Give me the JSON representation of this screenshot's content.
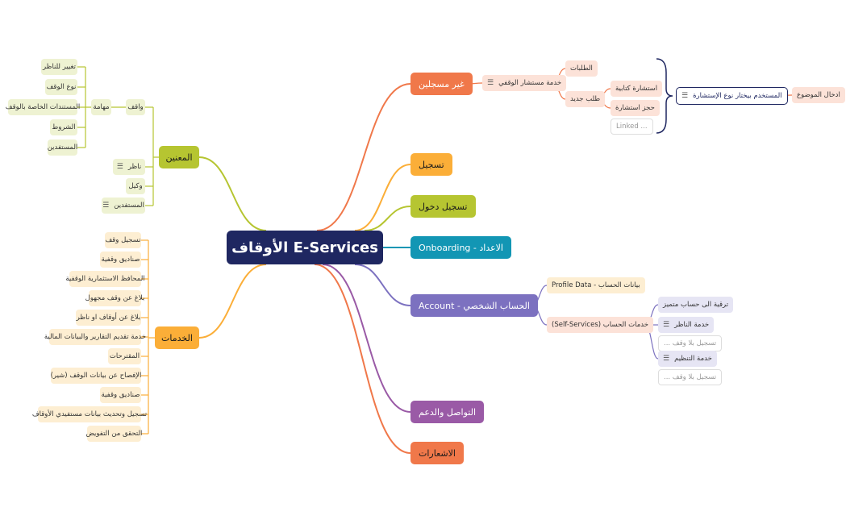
{
  "root": {
    "label": "E-Services الأوقاف"
  },
  "colors": {
    "root": "#1f2761",
    "orange": "#f0784a",
    "yellow": "#fbae38",
    "lime": "#b6c531",
    "teal": "#1296b4",
    "purple": "#7c71c0",
    "violet": "#9a5aa6",
    "orange_light": "#fce2d8",
    "yellow_light": "#fdeed2",
    "lime_light": "#eef2d2",
    "purple_light": "#e6e5f4"
  },
  "right": {
    "unregistered": {
      "label": "غير مسجلين",
      "consultant": {
        "label": "خدمة مستشار الوقفي"
      },
      "requests": "الطلبات",
      "new_request": {
        "label": "طلب جديد",
        "items": [
          "استشارة كتابية",
          "حجز استشارة"
        ],
        "linked": "Linked ..."
      },
      "user_selects": "المستخدم بيختار نوع الإستشارة",
      "enter_topic": "ادخال الموضوع"
    },
    "register": "تسجيل",
    "login": "تسجيل دخول",
    "onboarding": "الاعداد - Onboarding",
    "account": {
      "label": "الحساب الشخصي - Account",
      "profile_data": "بيانات الحساب - Profile Data",
      "self_services": {
        "label": "خدمات الحساب (Self-Services)",
        "upgrade": "ترقية الى حساب متميز",
        "nazir_service": "خدمة الناظر",
        "nazir_linked": "تسجيل بلا وقف ...",
        "waqf_service": "خدمة التنظيم",
        "waqf_linked": "تسجيل بلا وقف ..."
      }
    },
    "contact": "التواصل والدعم",
    "notifications": "الاشعارات"
  },
  "left": {
    "concerned": {
      "label": "المعنين",
      "waqif": {
        "label": "واقف"
      },
      "tasks": {
        "label": "مهامة",
        "items": [
          "تغيير للناظر",
          "نوع الوقف",
          "المستندات الخاصة بالوقف",
          "الشروط",
          "المستفدين"
        ]
      },
      "nazir": "ناظر",
      "agent": "وكيل",
      "beneficiaries": "المستفدين"
    },
    "services": {
      "label": "الخدمات",
      "items": [
        "تسجيل وقف",
        "صناديق وقفية",
        "المحافظ الاستثمارية الوقفية",
        "بلاغ عن وقف مجهول",
        "بلاغ عن أوقاف او ناظر",
        "خدمة تقديم التقارير والبيانات المالية",
        "المقترحات",
        "الإفصاح عن بيانات الوقف (شير)",
        "صناديق وقفية",
        "تسجيل وتحديث بيانات مستفيدي الأوقاف",
        "التحقق من التفويض"
      ]
    }
  }
}
